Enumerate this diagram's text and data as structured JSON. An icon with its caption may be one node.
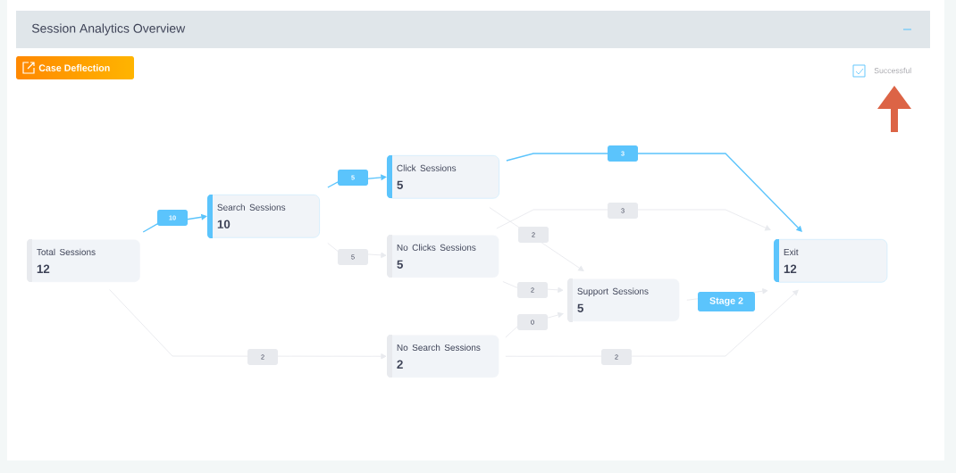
{
  "diagram": {
    "title": "Session Analytics Overview",
    "nodes": [
      {
        "text": [
          "Total Sessions",
          "12"
        ]
      },
      {
        "text": [
          "Search Sessions",
          "10"
        ]
      },
      {
        "text": [
          "Click Sessions",
          "5"
        ]
      },
      {
        "text": [
          "No Clicks Sessions",
          "5"
        ]
      },
      {
        "text": [
          "No Search Sessions",
          "2"
        ]
      },
      {
        "text": [
          "Support Sessions",
          "5"
        ]
      },
      {
        "text": [
          "Exit",
          "12"
        ]
      }
    ],
    "edges": [
      {
        "from": 0,
        "to": 1,
        "arrow": "to",
        "label": "10",
        "color": "#5bc4fc"
      },
      {
        "from": 1,
        "to": 2,
        "arrow": "to",
        "label": "5",
        "color": "#5bc4fc"
      },
      {
        "from": 1,
        "to": 3,
        "arrow": "to",
        "label": "5"
      },
      {
        "from": 0,
        "to": 4,
        "arrow": "to",
        "label": "2"
      },
      {
        "from": 2,
        "to": 6,
        "arrow": "to",
        "label": "3",
        "color": "#5bc4fc"
      },
      {
        "from": 3,
        "to": 6,
        "arrow": "to",
        "label": "3"
      },
      {
        "from": 2,
        "to": 5,
        "arrow": "to",
        "label": "2"
      },
      {
        "from": 3,
        "to": 5,
        "arrow": "to",
        "label": "2"
      },
      {
        "from": 4,
        "to": 5,
        "arrow": "to",
        "label": "0"
      },
      {
        "from": 5,
        "to": 6,
        "arrow": "to",
        "label": "Stage 2"
      },
      {
        "from": 4,
        "to": 6,
        "arrow": "to",
        "label": "2"
      }
    ],
    "labels": [
      "Case Deflection",
      "Successful"
    ]
  }
}
